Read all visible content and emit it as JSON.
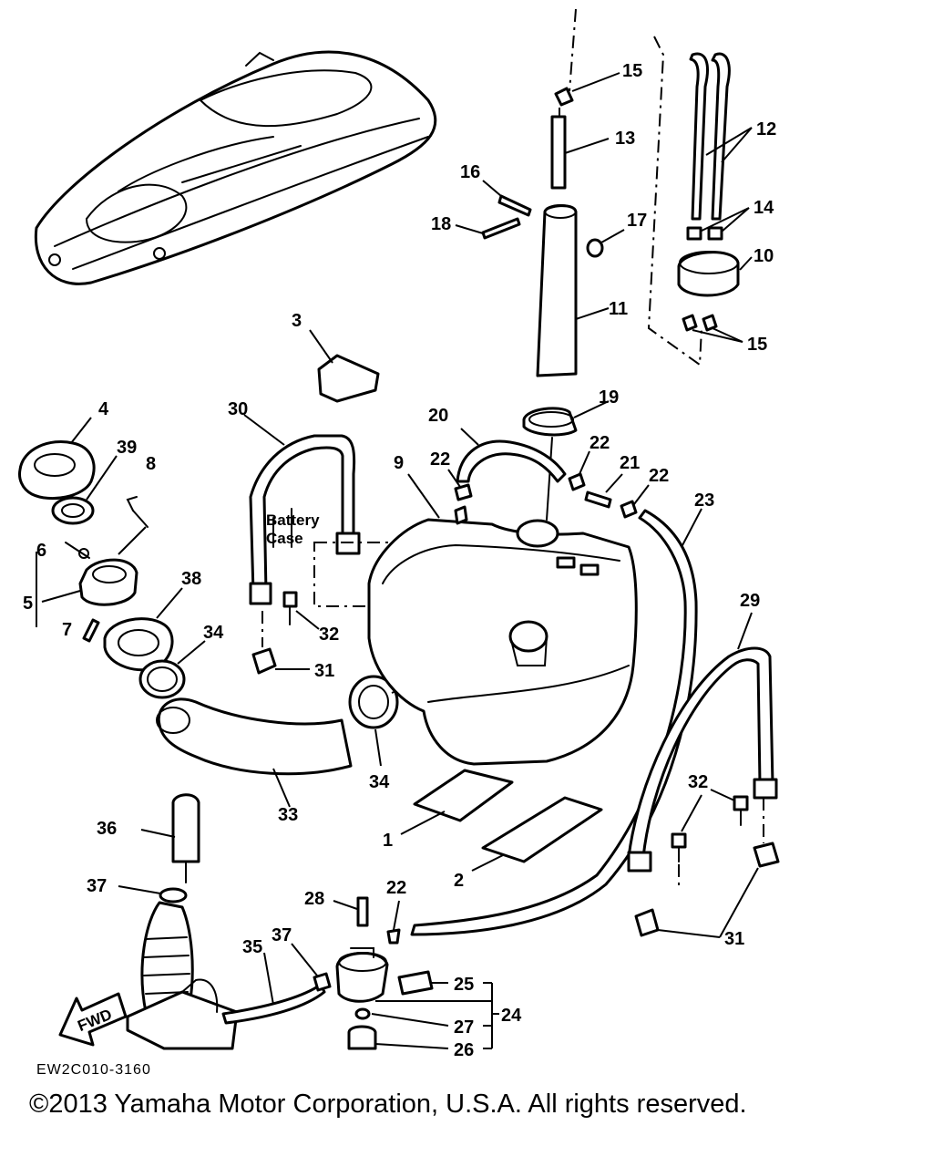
{
  "diagram": {
    "callouts": [
      "1",
      "2",
      "3",
      "4",
      "5",
      "6",
      "7",
      "8",
      "9",
      "10",
      "11",
      "12",
      "13",
      "14",
      "15",
      "15",
      "16",
      "17",
      "18",
      "19",
      "20",
      "21",
      "22",
      "22",
      "22",
      "22",
      "23",
      "24",
      "25",
      "26",
      "27",
      "28",
      "29",
      "30",
      "31",
      "31",
      "32",
      "32",
      "33",
      "34",
      "34",
      "35",
      "36",
      "37",
      "37",
      "38",
      "39"
    ],
    "labels": {
      "battery_case_line1": "Battery",
      "battery_case_line2": "Case",
      "fwd": "FWD",
      "drawing_code": "EW2C010-3160"
    }
  },
  "footer": {
    "copyright": "©2013 Yamaha Motor Corporation, U.S.A. All rights reserved."
  }
}
